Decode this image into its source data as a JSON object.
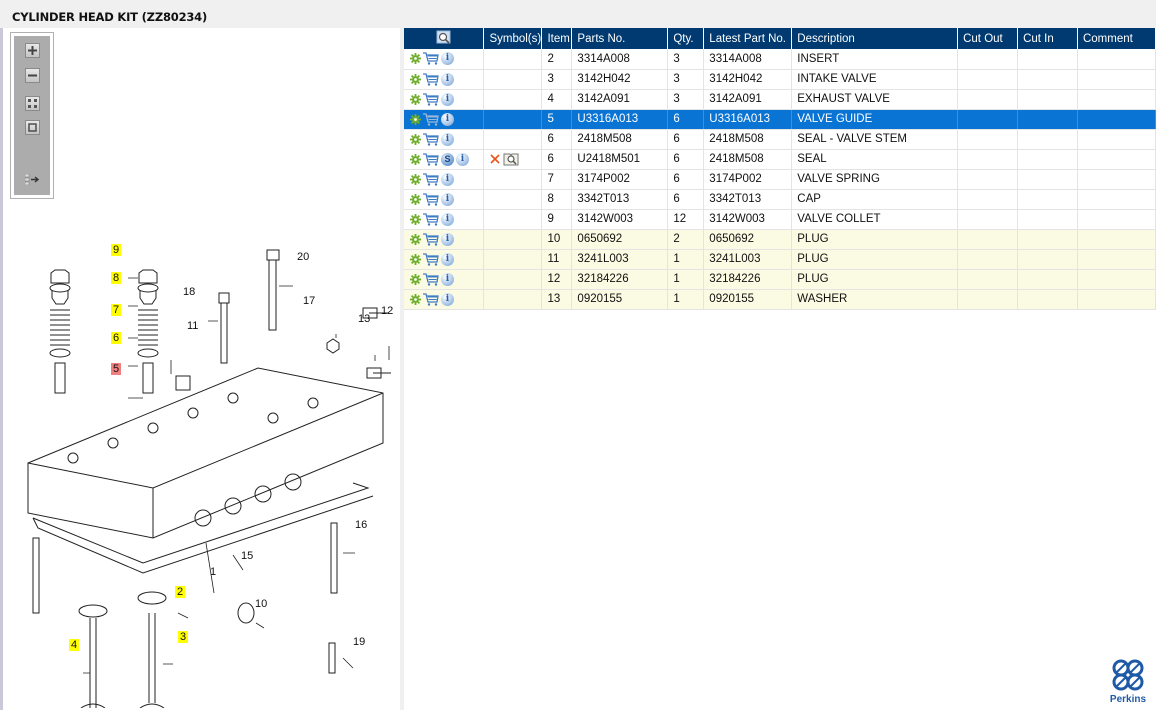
{
  "header": {
    "title": "CYLINDER HEAD KIT (ZZ80234)"
  },
  "toolbar": {
    "buttons": [
      {
        "name": "zoom-in",
        "icon": "plus-icon"
      },
      {
        "name": "zoom-out",
        "icon": "minus-icon"
      },
      {
        "name": "fit-all",
        "icon": "grid-icon"
      },
      {
        "name": "actual-size",
        "icon": "square-icon"
      },
      {
        "name": "export",
        "icon": "list-arrow-icon"
      }
    ]
  },
  "diagram": {
    "callouts": [
      {
        "label": "9",
        "highlight": "yellow"
      },
      {
        "label": "8",
        "highlight": "yellow"
      },
      {
        "label": "7",
        "highlight": "yellow"
      },
      {
        "label": "6",
        "highlight": "yellow"
      },
      {
        "label": "5",
        "highlight": "red"
      },
      {
        "label": "20",
        "highlight": "none"
      },
      {
        "label": "18",
        "highlight": "none"
      },
      {
        "label": "17",
        "highlight": "none"
      },
      {
        "label": "11",
        "highlight": "none"
      },
      {
        "label": "13",
        "highlight": "none"
      },
      {
        "label": "12",
        "highlight": "none"
      },
      {
        "label": "16",
        "highlight": "none"
      },
      {
        "label": "15",
        "highlight": "none"
      },
      {
        "label": "1",
        "highlight": "none"
      },
      {
        "label": "2",
        "highlight": "yellow"
      },
      {
        "label": "10",
        "highlight": "none"
      },
      {
        "label": "3",
        "highlight": "yellow"
      },
      {
        "label": "4",
        "highlight": "yellow"
      },
      {
        "label": "19",
        "highlight": "none"
      }
    ]
  },
  "table": {
    "columns": [
      "",
      "Symbol(s)",
      "Item",
      "Parts No.",
      "Qty.",
      "Latest Part No.",
      "Description",
      "Cut Out",
      "Cut In",
      "Comment"
    ],
    "rows": [
      {
        "item": "2",
        "part": "3314A008",
        "qty": "3",
        "latest": "3314A008",
        "desc": "INSERT",
        "cut_out": "",
        "cut_in": "",
        "comment": "",
        "state": "normal",
        "s_badge": false,
        "symbols": false
      },
      {
        "item": "3",
        "part": "3142H042",
        "qty": "3",
        "latest": "3142H042",
        "desc": "INTAKE VALVE",
        "cut_out": "",
        "cut_in": "",
        "comment": "",
        "state": "normal",
        "s_badge": false,
        "symbols": false
      },
      {
        "item": "4",
        "part": "3142A091",
        "qty": "3",
        "latest": "3142A091",
        "desc": "EXHAUST VALVE",
        "cut_out": "",
        "cut_in": "",
        "comment": "",
        "state": "normal",
        "s_badge": false,
        "symbols": false
      },
      {
        "item": "5",
        "part": "U3316A013",
        "qty": "6",
        "latest": "U3316A013",
        "desc": "VALVE GUIDE",
        "cut_out": "",
        "cut_in": "",
        "comment": "",
        "state": "selected",
        "s_badge": false,
        "symbols": false
      },
      {
        "item": "6",
        "part": "2418M508",
        "qty": "6",
        "latest": "2418M508",
        "desc": "SEAL - VALVE STEM",
        "cut_out": "",
        "cut_in": "",
        "comment": "",
        "state": "normal",
        "s_badge": false,
        "symbols": false
      },
      {
        "item": "6",
        "part": "U2418M501",
        "qty": "6",
        "latest": "2418M508",
        "desc": "SEAL",
        "cut_out": "",
        "cut_in": "",
        "comment": "",
        "state": "normal",
        "s_badge": true,
        "symbols": true
      },
      {
        "item": "7",
        "part": "3174P002",
        "qty": "6",
        "latest": "3174P002",
        "desc": "VALVE SPRING",
        "cut_out": "",
        "cut_in": "",
        "comment": "",
        "state": "normal",
        "s_badge": false,
        "symbols": false
      },
      {
        "item": "8",
        "part": "3342T013",
        "qty": "6",
        "latest": "3342T013",
        "desc": "CAP",
        "cut_out": "",
        "cut_in": "",
        "comment": "",
        "state": "normal",
        "s_badge": false,
        "symbols": false
      },
      {
        "item": "9",
        "part": "3142W003",
        "qty": "12",
        "latest": "3142W003",
        "desc": "VALVE COLLET",
        "cut_out": "",
        "cut_in": "",
        "comment": "",
        "state": "normal",
        "s_badge": false,
        "symbols": false
      },
      {
        "item": "10",
        "part": "0650692",
        "qty": "2",
        "latest": "0650692",
        "desc": "PLUG",
        "cut_out": "",
        "cut_in": "",
        "comment": "",
        "state": "yellow",
        "s_badge": false,
        "symbols": false
      },
      {
        "item": "11",
        "part": "3241L003",
        "qty": "1",
        "latest": "3241L003",
        "desc": "PLUG",
        "cut_out": "",
        "cut_in": "",
        "comment": "",
        "state": "yellow",
        "s_badge": false,
        "symbols": false
      },
      {
        "item": "12",
        "part": "32184226",
        "qty": "1",
        "latest": "32184226",
        "desc": "PLUG",
        "cut_out": "",
        "cut_in": "",
        "comment": "",
        "state": "yellow",
        "s_badge": false,
        "symbols": false
      },
      {
        "item": "13",
        "part": "0920155",
        "qty": "1",
        "latest": "0920155",
        "desc": "WASHER",
        "cut_out": "",
        "cut_in": "",
        "comment": "",
        "state": "yellow",
        "s_badge": false,
        "symbols": false
      }
    ],
    "row_icons": {
      "gear": "gear-icon",
      "cart": "cart-icon",
      "info": "info-icon",
      "s_badge_label": "S",
      "info_label": "i"
    }
  },
  "colors": {
    "header_bg": "#003a70",
    "selected_bg": "#0a74d4",
    "yellow_row": "#fbfbe3",
    "callout_yellow": "#ffff00",
    "callout_red": "#f08080",
    "brand": "#1f5aa6"
  },
  "logo": {
    "text": "Perkins"
  }
}
